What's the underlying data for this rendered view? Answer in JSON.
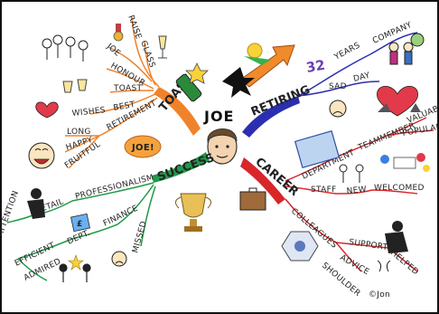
{
  "center": {
    "label": "JOE"
  },
  "branches": {
    "toast": {
      "label": "TOAST",
      "color": "#f0822a",
      "labels": [
        "RAISE",
        "JOE",
        "GLASS",
        "HONOUR",
        "TOAST",
        "BEST",
        "WISHES",
        "RETIREMENT",
        "LONG",
        "HAPPY",
        "FRUITFUL"
      ],
      "badge": "JOE!"
    },
    "retiring": {
      "label": "RETIRING",
      "color": "#2a2fb0",
      "labels": [
        "YEARS",
        "COMPANY",
        "SAD",
        "DAY"
      ],
      "years_number": "32"
    },
    "career": {
      "label": "CAREER",
      "color": "#d8262a",
      "labels": [
        "DEPARTMENT",
        "TEAM",
        "MEMBER",
        "VALUABLE",
        "POPULAR",
        "STAFF",
        "NEW",
        "WELCOMED",
        "COLLEAGUES",
        "SUPPORTED",
        "HELPED",
        "ADVICE",
        "SHOULDER"
      ]
    },
    "success": {
      "label": "SUCCESS",
      "color": "#1f9a4a",
      "labels": [
        "PROFESSIONALISM",
        "DETAIL",
        "ATTENTION",
        "FINANCE",
        "DEPT.",
        "EFFICIENT",
        "ADMIRED",
        "MISSED"
      ],
      "sign_text": "£"
    }
  },
  "signature": "©Jon"
}
